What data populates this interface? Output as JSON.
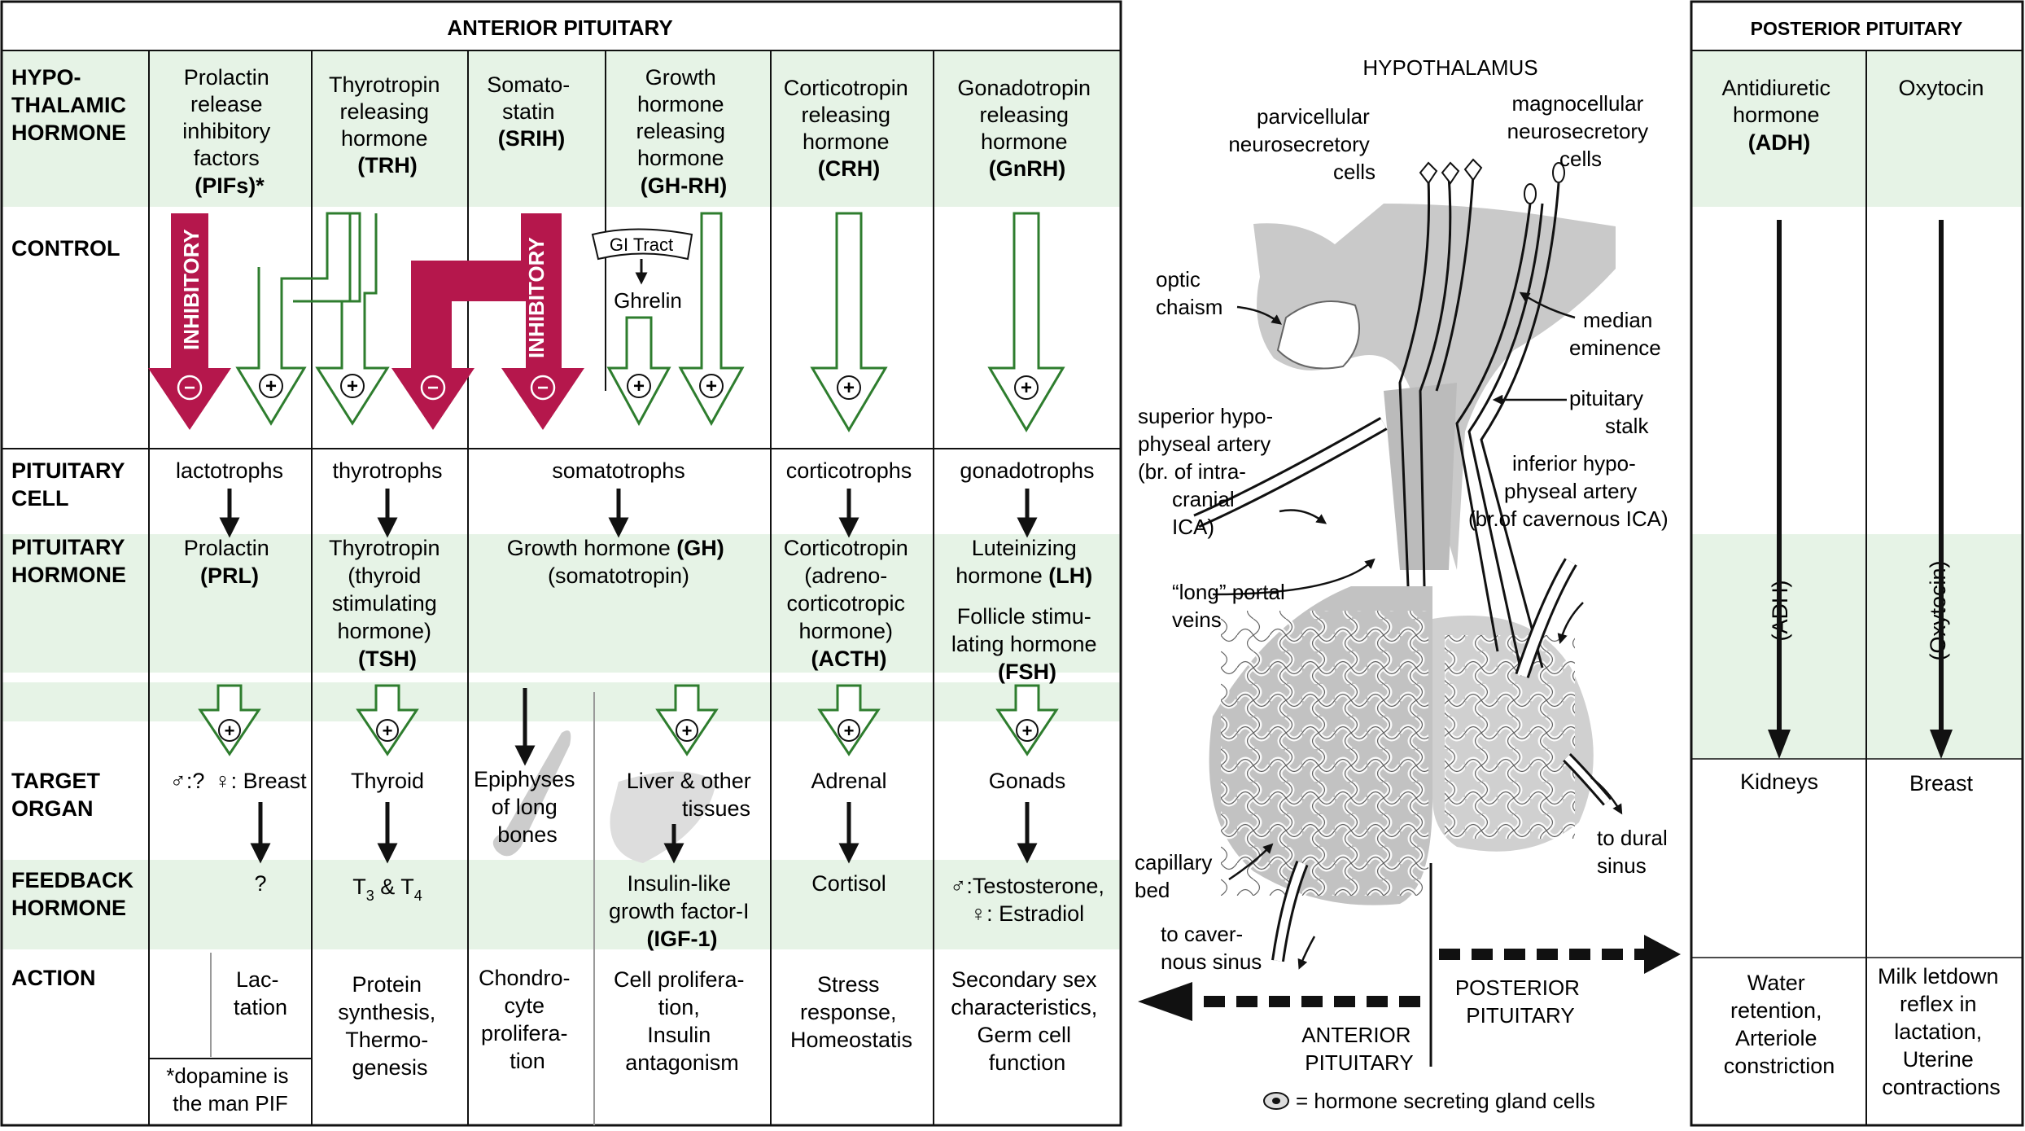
{
  "anterior_title": "ANTERIOR PITUITARY",
  "posterior_title": "POSTERIOR PITUITARY",
  "row_labels": {
    "hypothalamic_hormone": [
      "HYPO-",
      "THALAMIC",
      "HORMONE"
    ],
    "control": [
      "CONTROL"
    ],
    "pituitary_cell": [
      "PITUITARY",
      "CELL"
    ],
    "pituitary_hormone": [
      "PITUITARY",
      "HORMONE"
    ],
    "target_organ": [
      "TARGET",
      "ORGAN"
    ],
    "feedback_hormone": [
      "FEEDBACK",
      "HORMONE"
    ],
    "action": [
      "ACTION"
    ]
  },
  "hormones": {
    "pif": [
      "Prolactin",
      "release",
      "inhibitory",
      "factors"
    ],
    "pif_abbr": "(PIFs)*",
    "trh": [
      "Thyrotropin",
      "releasing",
      "hormone"
    ],
    "trh_abbr": "(TRH)",
    "srih": [
      "Somato-",
      "statin"
    ],
    "srih_abbr": "(SRIH)",
    "ghrh": [
      "Growth",
      "hormone",
      "releasing",
      "hormone"
    ],
    "ghrh_abbr": "(GH-RH)",
    "crh": [
      "Corticotropin",
      "releasing",
      "hormone"
    ],
    "crh_abbr": "(CRH)",
    "gnrh": [
      "Gonadotropin",
      "releasing",
      "hormone"
    ],
    "gnrh_abbr": "(GnRH)",
    "adh": [
      "Antidiuretic",
      "hormone"
    ],
    "adh_abbr": "(ADH)",
    "oxytocin": "Oxytocin"
  },
  "control": {
    "inhibitory": "INHIBITORY",
    "minus": "−",
    "plus": "+",
    "gi_tract": "GI Tract",
    "ghrelin": "Ghrelin"
  },
  "cells": {
    "lactotrophs": "lactotrophs",
    "thyrotrophs": "thyrotrophs",
    "somatotrophs": "somatotrophs",
    "corticotrophs": "corticotrophs",
    "gonadotrophs": "gonadotrophs"
  },
  "pit_hormones": {
    "prolactin": "Prolactin",
    "prl": "(PRL)",
    "tsh": [
      "Thyrotropin",
      "(thyroid",
      "stimulating",
      "hormone)"
    ],
    "tsh_abbr": "(TSH)",
    "gh_prefix": "Growth hormone ",
    "gh_abbr": "(GH)",
    "somatotropin": "(somatotropin)",
    "acth": [
      "Corticotropin",
      "(adreno-",
      "corticotropic",
      "hormone)"
    ],
    "acth_abbr": "(ACTH)",
    "lh": "Luteinizing",
    "lh_prefix": "hormone ",
    "lh_abbr": "(LH)",
    "fsh": [
      "Follicle stimu-",
      "lating hormone"
    ],
    "fsh_abbr": "(FSH)",
    "adh_rot": "(ADH)",
    "oxy_rot": "(Oxytocin)"
  },
  "targets": {
    "breast_male": "♂:?",
    "breast_female": "♀: Breast",
    "thyroid": "Thyroid",
    "epiphyses": [
      "Epiphyses",
      "of long",
      "bones"
    ],
    "liver": [
      "Liver & other",
      "tissues"
    ],
    "adrenal": "Adrenal",
    "gonads": "Gonads",
    "kidneys": "Kidneys",
    "breast": "Breast"
  },
  "feedback": {
    "prl": "?",
    "t3": "T",
    "t3_sub": "3",
    "amp": " & T",
    "t4_sub": "4",
    "igf": [
      "Insulin-like",
      "growth factor-I"
    ],
    "igf_abbr": "(IGF-1)",
    "cortisol": "Cortisol",
    "testosterone": "♂:Testosterone,",
    "estradiol": "♀: Estradiol"
  },
  "actions": {
    "lactation": [
      "Lac-",
      "tation"
    ],
    "protein": [
      "Protein",
      "synthesis,",
      "Thermo-",
      "genesis"
    ],
    "chondro": [
      "Chondro-",
      "cyte",
      "prolifera-",
      "tion"
    ],
    "cell_prolif": [
      "Cell prolifera-",
      "tion,",
      "Insulin",
      "antagonism"
    ],
    "stress": [
      "Stress",
      "response,",
      "Homeostatis"
    ],
    "sex": [
      "Secondary sex",
      "characteristics,",
      "Germ cell",
      "function"
    ],
    "water": [
      "Water",
      "retention,",
      "Arteriole",
      "constriction"
    ],
    "milk": [
      "Milk letdown",
      "reflex in",
      "lactation,",
      "Uterine",
      "contractions"
    ]
  },
  "footnote": [
    "*dopamine is",
    "the man PIF"
  ],
  "anatomy": {
    "hypothalamus": "HYPOTHALAMUS",
    "parvicellular": [
      "parvicellular",
      "neurosecretory",
      "cells"
    ],
    "magnocellular": [
      "magnocellular",
      "neurosecretory",
      "cells"
    ],
    "optic": [
      "optic",
      "chaism"
    ],
    "median": [
      "median",
      "eminence"
    ],
    "stalk": [
      "pituitary",
      "stalk"
    ],
    "superior": [
      "superior hypo-",
      "physeal artery",
      "(br. of intra-",
      "cranial",
      "ICA)"
    ],
    "inferior": [
      "inferior hypo-",
      "physeal artery",
      "(br.of cavernous ICA)"
    ],
    "portal": [
      "“long” portal",
      "veins"
    ],
    "dural": [
      "to dural",
      "sinus"
    ],
    "capillary": [
      "capillary",
      "bed"
    ],
    "cavernous": [
      "to caver-",
      "nous sinus"
    ],
    "anterior": [
      "ANTERIOR",
      "PITUITARY"
    ],
    "posterior": [
      "POSTERIOR",
      "PITUITARY"
    ],
    "legend": "= hormone secreting gland cells"
  }
}
